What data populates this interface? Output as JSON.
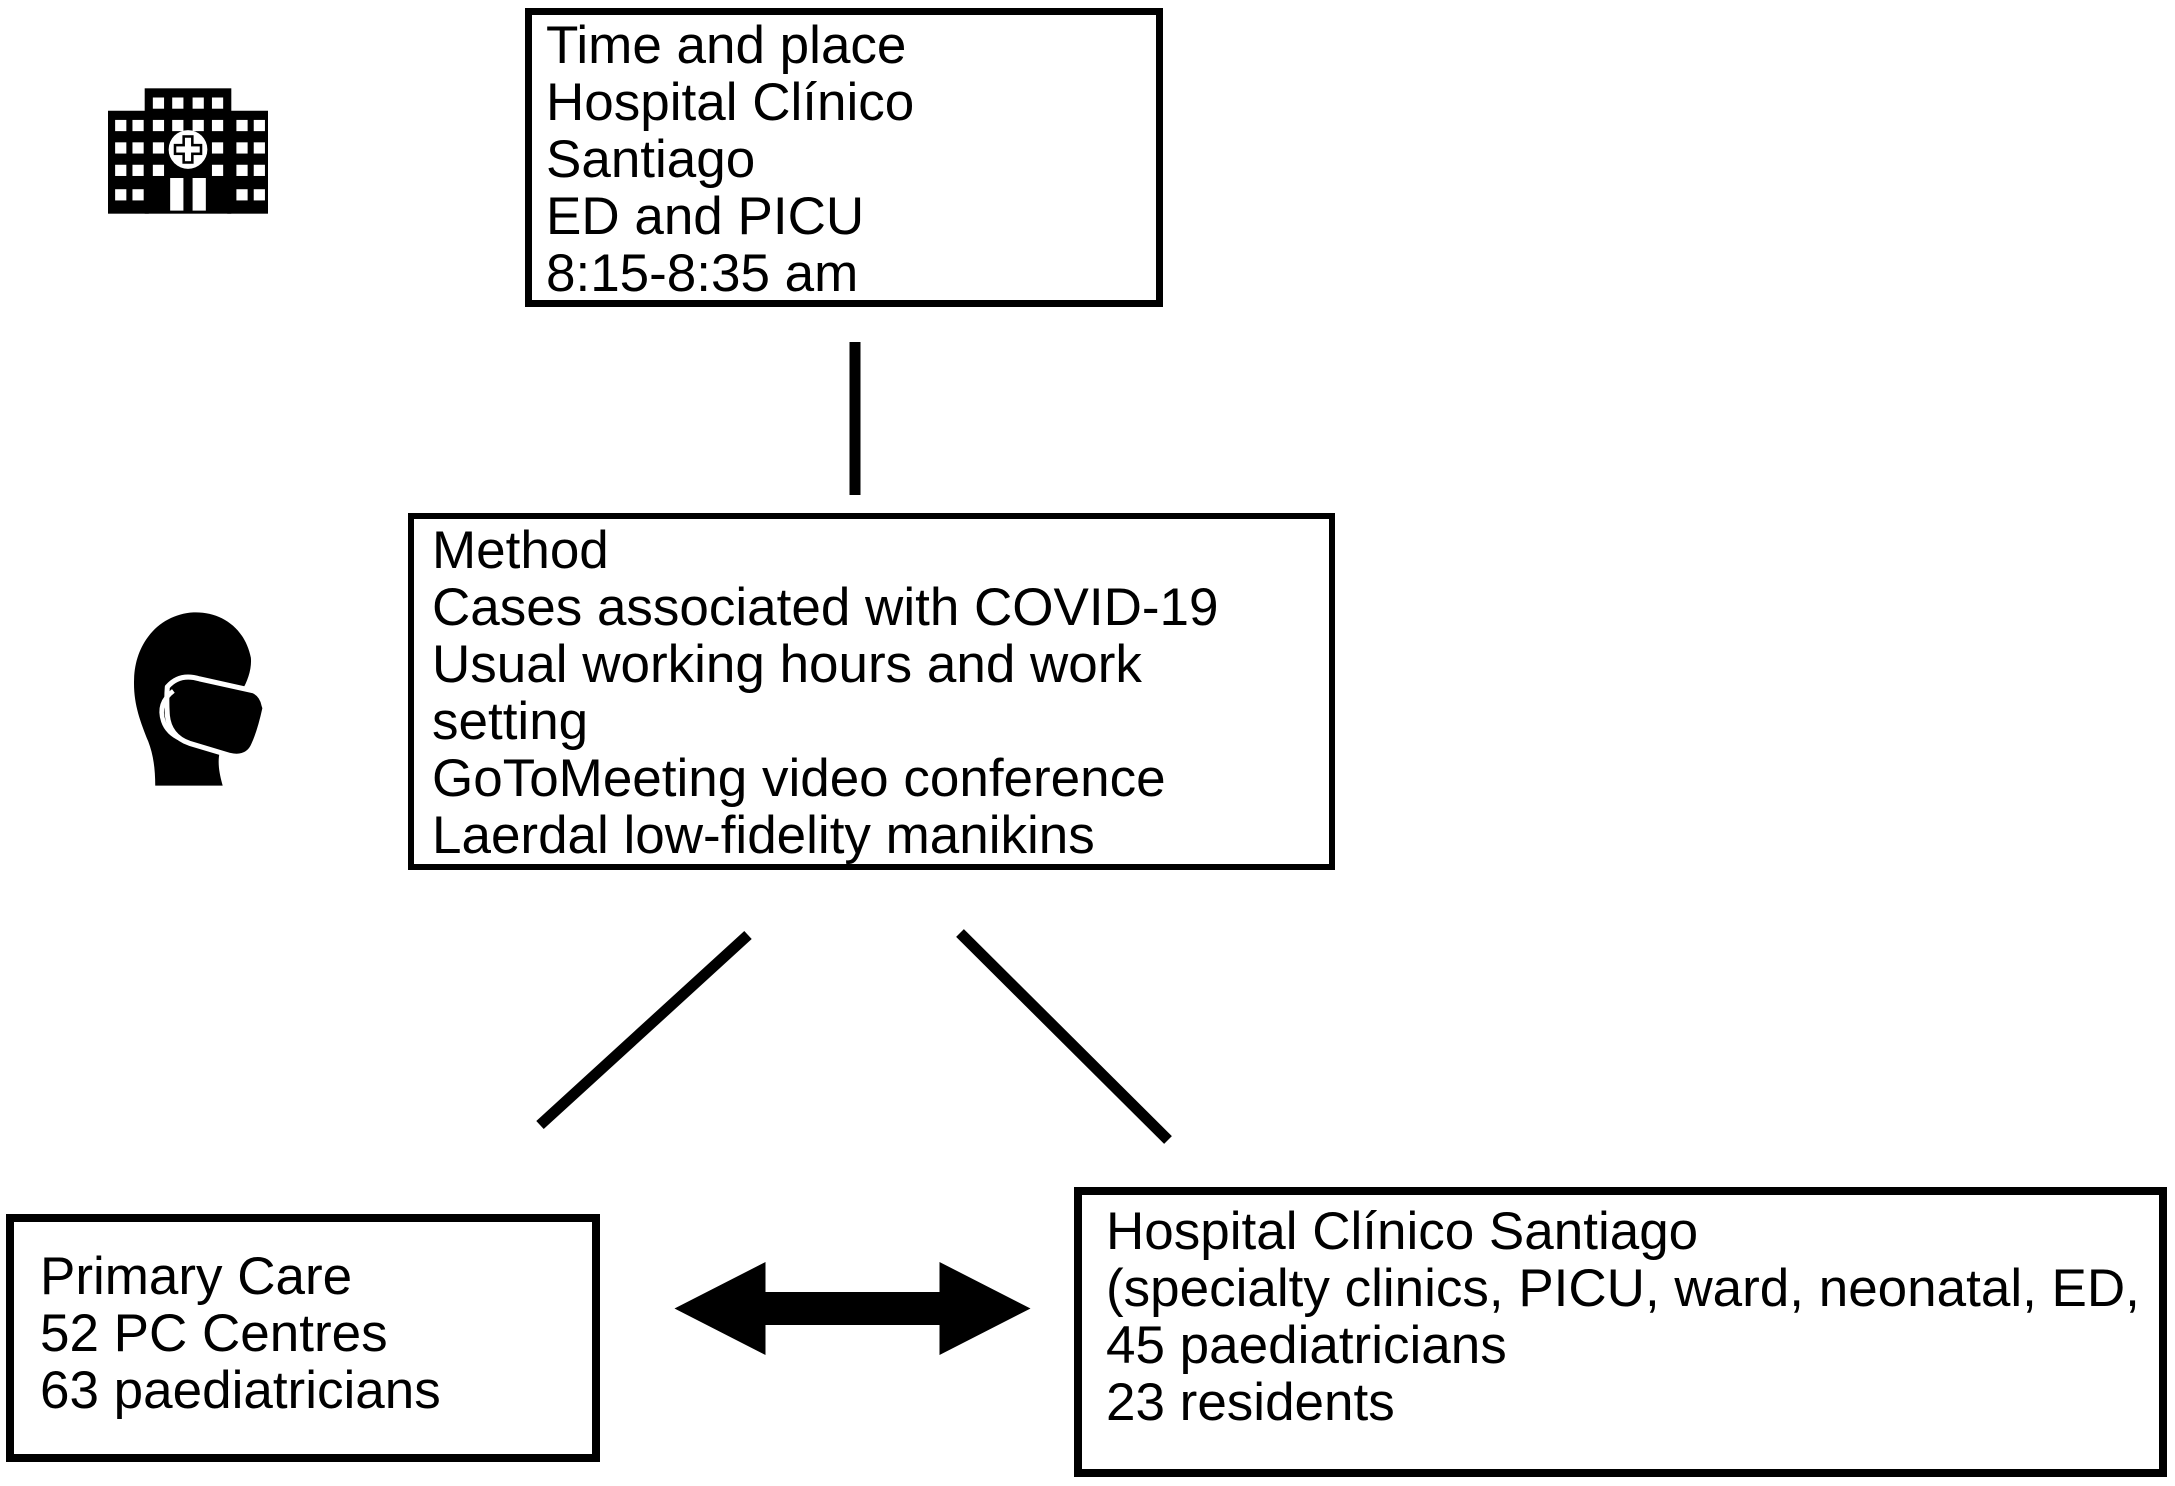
{
  "colors": {
    "ink": "#000000",
    "paper": "#ffffff"
  },
  "icons": {
    "hospital_building": "hospital-building-icon",
    "masked_head": "person-face-mask-icon",
    "exchange_arrow": "double-headed-arrow-icon"
  },
  "boxes": {
    "time_place": {
      "lines": [
        "Time and place",
        "Hospital Clínico",
        "Santiago",
        "ED and PICU",
        "8:15-8:35 am"
      ]
    },
    "method": {
      "lines": [
        "Method",
        "Cases associated with COVID-19",
        "Usual working hours and work",
        "setting",
        "GoToMeeting video conference",
        "Laerdal low-fidelity manikins"
      ]
    },
    "primary_care": {
      "lines": [
        "Primary Care",
        "52 PC Centres",
        "63 paediatricians"
      ]
    },
    "hospital_santiago": {
      "lines": [
        "Hospital Clínico Santiago",
        "(specialty clinics, PICU, ward, neonatal, ED,",
        "45 paediatricians",
        "23 residents"
      ]
    }
  }
}
